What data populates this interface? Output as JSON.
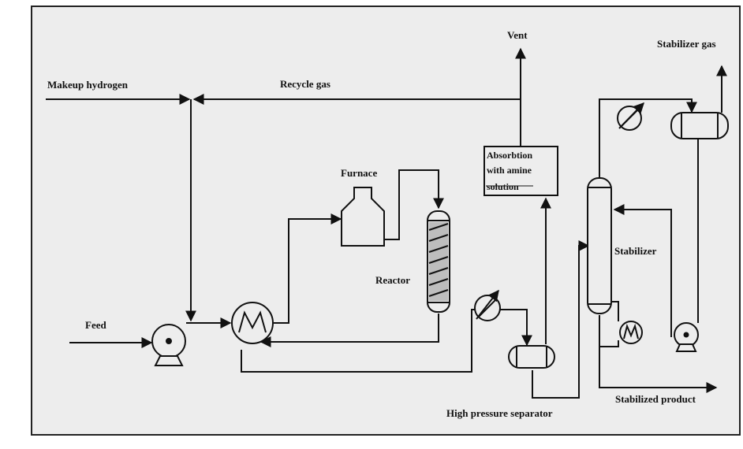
{
  "colors": {
    "panel": "#ededed",
    "line": "#111111",
    "border": "#222222",
    "page": "#ffffff"
  },
  "labels": {
    "vent": "Vent",
    "stabilizer_gas": "Stabilizer gas",
    "makeup_hydrogen": "Makeup hydrogen",
    "recycle_gas": "Recycle gas",
    "absorption_line1": "Absorbtion",
    "absorption_line2": "with amine",
    "absorption_line3": "solution",
    "furnace": "Furnace",
    "reactor": "Reactor",
    "stabilizer": "Stabilizer",
    "feed": "Feed",
    "stabilized_product": "Stabilized product",
    "high_pressure_separator": "High pressure separator"
  },
  "icons": {
    "pump": "pump-icon",
    "heat_exchanger": "heat-exchanger-icon",
    "cooler": "cooler-icon",
    "reboiler": "reboiler-icon"
  }
}
